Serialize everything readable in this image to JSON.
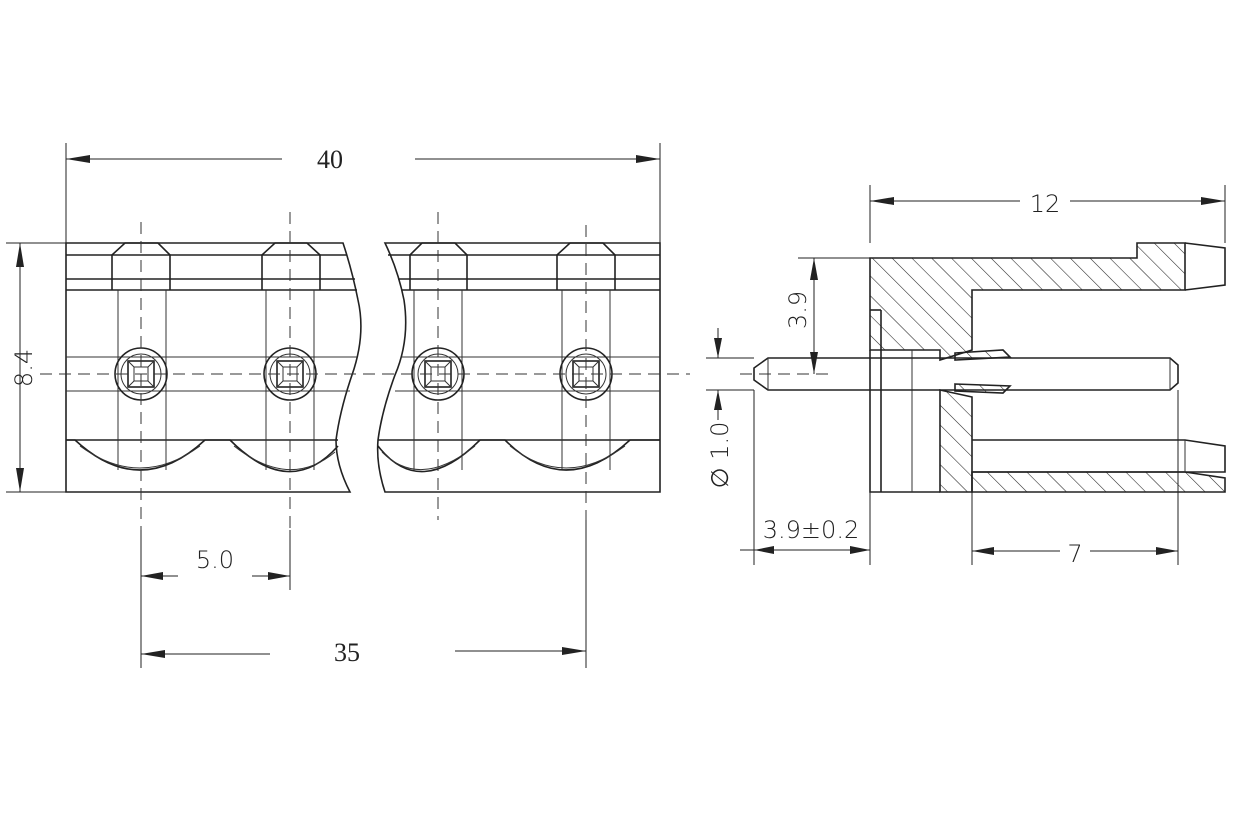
{
  "dimensions": {
    "width_total": "40",
    "pitch_span": "35",
    "pitch": "5.0",
    "height": "8.4",
    "side_length": "12",
    "pin_height": "3.9",
    "pin_diameter": "∅ 1.0",
    "pin_tail": "3.9±0.2",
    "pin_insert": "7"
  }
}
